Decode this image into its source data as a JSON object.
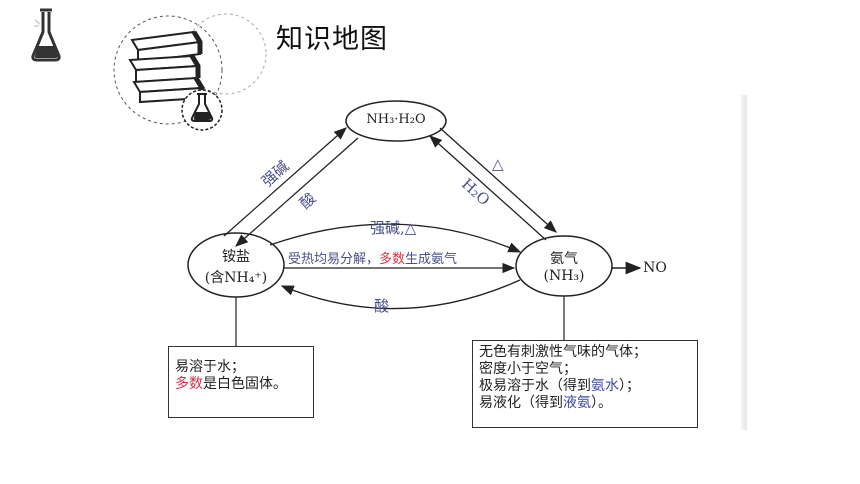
{
  "page": {
    "title": "知识地图"
  },
  "colors": {
    "label_blue": "#4a4f8a",
    "highlight_red": "#d8334a",
    "highlight_blue": "#3d47a8"
  },
  "diagram": {
    "nodes": {
      "ammonia_water": "NH₃·H₂O",
      "ammonium_salt_line1": "铵盐",
      "ammonium_salt_line2": "(含NH₄⁺)",
      "ammonia_line1": "氨气",
      "ammonia_line2": "(NH₃)",
      "no": "NO"
    },
    "arrows": {
      "strong_base_left": "强碱",
      "acid_left": "酸",
      "delta_right": "△",
      "h2o_right": "H₂O",
      "strong_base_delta_top": "强碱,△",
      "decompose_prefix": "受热均易分解，",
      "decompose_highlight": "多数",
      "decompose_suffix": "生成氨气",
      "acid_bottom": "酸"
    },
    "left_box": {
      "line1": "易溶于水；",
      "line2_highlight": "多数",
      "line2_rest": "是白色固体。"
    },
    "right_box": {
      "line1": "无色有刺激性气味的气体；",
      "line2": "密度小于空气；",
      "line3_prefix": "极易溶于水（得到",
      "line3_highlight": "氨水",
      "line3_suffix": "）；",
      "line4_prefix": "易液化（得到",
      "line4_highlight": "液氨",
      "line4_suffix": "）。"
    }
  }
}
